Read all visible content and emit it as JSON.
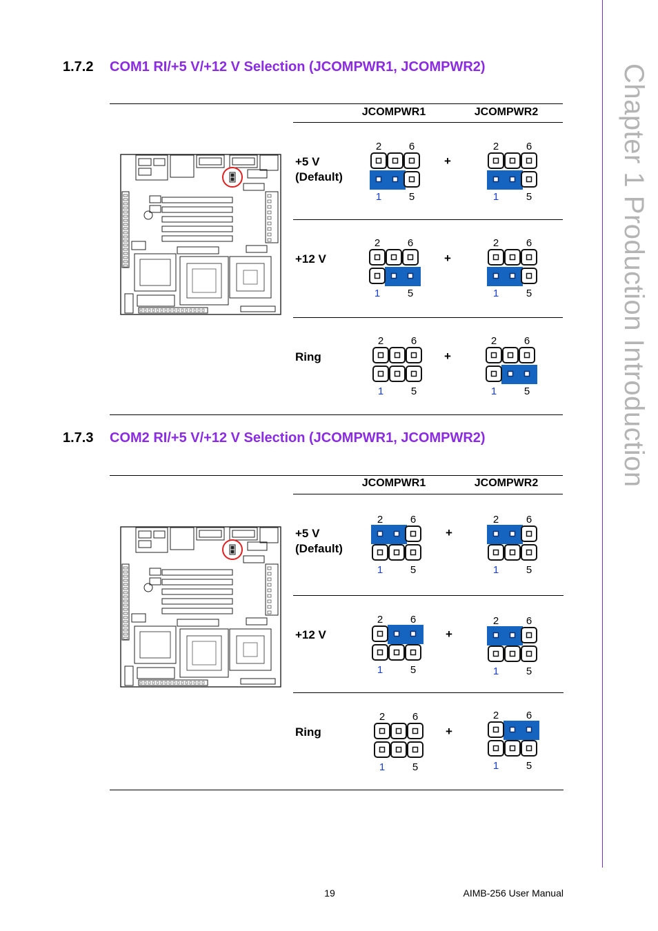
{
  "chapter_title": "Chapter 1   Production Introduction",
  "sections": [
    {
      "number": "1.7.2",
      "title": "COM1 RI/+5 V/+12 V Selection (JCOMPWR1, JCOMPWR2)",
      "col_headers": [
        "JCOMPWR1",
        "JCOMPWR2"
      ],
      "rows": [
        {
          "label_line1": "+5 V",
          "label_line2": "(Default)",
          "plus": "+"
        },
        {
          "label_line1": "+12 V",
          "label_line2": "",
          "plus": "+"
        },
        {
          "label_line1": "Ring",
          "label_line2": "",
          "plus": "+"
        }
      ]
    },
    {
      "number": "1.7.3",
      "title": "COM2 RI/+5 V/+12 V Selection (JCOMPWR1, JCOMPWR2)",
      "col_headers": [
        "JCOMPWR1",
        "JCOMPWR2"
      ],
      "rows": [
        {
          "label_line1": "+5 V",
          "label_line2": "(Default)",
          "plus": "+"
        },
        {
          "label_line1": "+12 V",
          "label_line2": "",
          "plus": "+"
        },
        {
          "label_line1": "Ring",
          "label_line2": "",
          "plus": "+"
        }
      ]
    }
  ],
  "pin_labels": {
    "top_left": "2",
    "top_right": "6",
    "bottom_left": "1",
    "bottom_right": "5"
  },
  "jumper_colors": {
    "shunt": "#1565c0",
    "pin1_label": "#1a3fcf",
    "highlight_circle": "#e02020"
  },
  "footer": {
    "page_number": "19",
    "manual_name": "AIMB-256 User Manual"
  }
}
